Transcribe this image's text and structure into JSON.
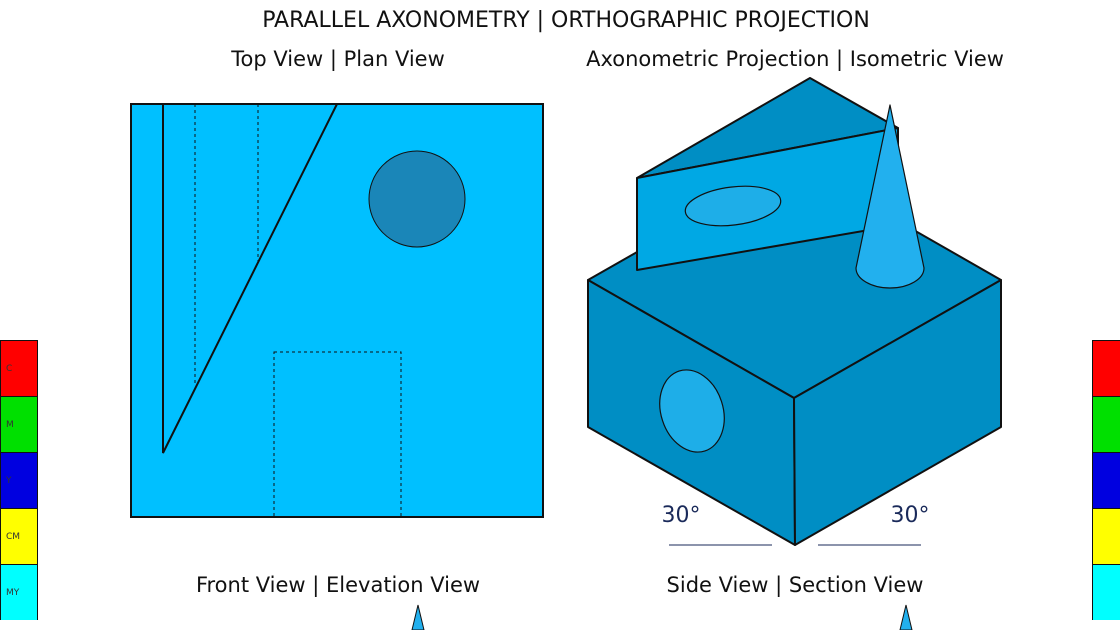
{
  "title": "PARALLEL AXONOMETRY | ORTHOGRAPHIC PROJECTION",
  "views": {
    "top": "Top View | Plan View",
    "iso": "Axonometric Projection | Isometric View",
    "front": "Front View | Elevation View",
    "side": "Side View | Section View"
  },
  "angles": {
    "left": "30°",
    "right": "30°"
  },
  "swatches": [
    {
      "label": "C",
      "color": "#ff0000"
    },
    {
      "label": "M",
      "color": "#00e000"
    },
    {
      "label": "Y",
      "color": "#0000e0"
    },
    {
      "label": "CM",
      "color": "#ffff00"
    },
    {
      "label": "MY",
      "color": "#00ffff"
    }
  ],
  "colors": {
    "plan": "#00c0ff",
    "face": "#008ec4",
    "light": "#00a8e4",
    "hole": "#1eaee8"
  }
}
